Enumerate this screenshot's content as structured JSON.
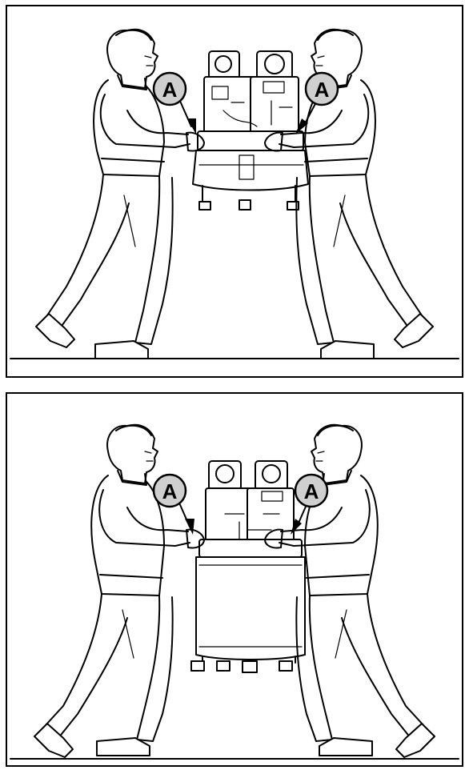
{
  "panels": [
    {
      "callouts": [
        {
          "letter": "A"
        },
        {
          "letter": "A"
        }
      ]
    },
    {
      "callouts": [
        {
          "letter": "A"
        },
        {
          "letter": "A"
        }
      ]
    }
  ]
}
